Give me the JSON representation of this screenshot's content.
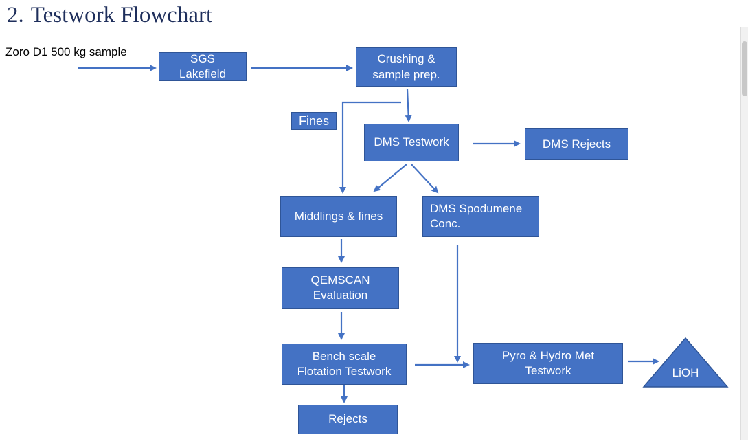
{
  "title": {
    "number": "2.",
    "text": "Testwork Flowchart"
  },
  "input_label": "Zoro D1 500 kg sample",
  "nodes": {
    "sgs": {
      "line1": "SGS",
      "line2": "Lakefield"
    },
    "crushing": {
      "line1": "Crushing &",
      "line2": "sample prep."
    },
    "fines": "Fines",
    "dms_testwork": "DMS Testwork",
    "dms_rejects": "DMS Rejects",
    "middlings": "Middlings & fines",
    "dms_spodumene": {
      "line1": "DMS Spodumene",
      "line2": "Conc."
    },
    "qemscan": {
      "line1": "QEMSCAN",
      "line2": "Evaluation"
    },
    "bench": {
      "line1": "Bench scale",
      "line2": "Flotation Testwork"
    },
    "pyro": {
      "line1": "Pyro & Hydro Met",
      "line2": "Testwork"
    },
    "rejects": "Rejects",
    "lioh": "LiOH"
  },
  "colors": {
    "box_fill": "#4472c4",
    "box_border": "#2f5597",
    "arrow": "#4472c4",
    "title": "#1f2f5c"
  }
}
